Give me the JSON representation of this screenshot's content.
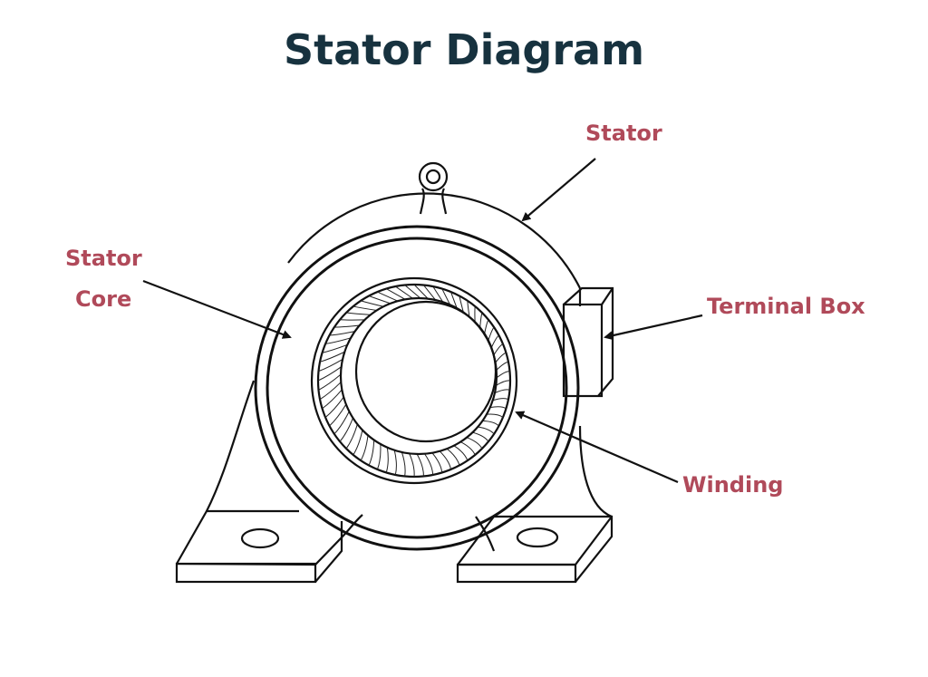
{
  "title": "Stator Diagram",
  "labels": {
    "stator": "Stator",
    "stator_core_line1": "Stator",
    "stator_core_line2": "Core",
    "terminal_box": "Terminal Box",
    "winding": "Winding"
  },
  "colors": {
    "title": "#17323f",
    "label": "#b04a5a",
    "line": "#111111"
  }
}
